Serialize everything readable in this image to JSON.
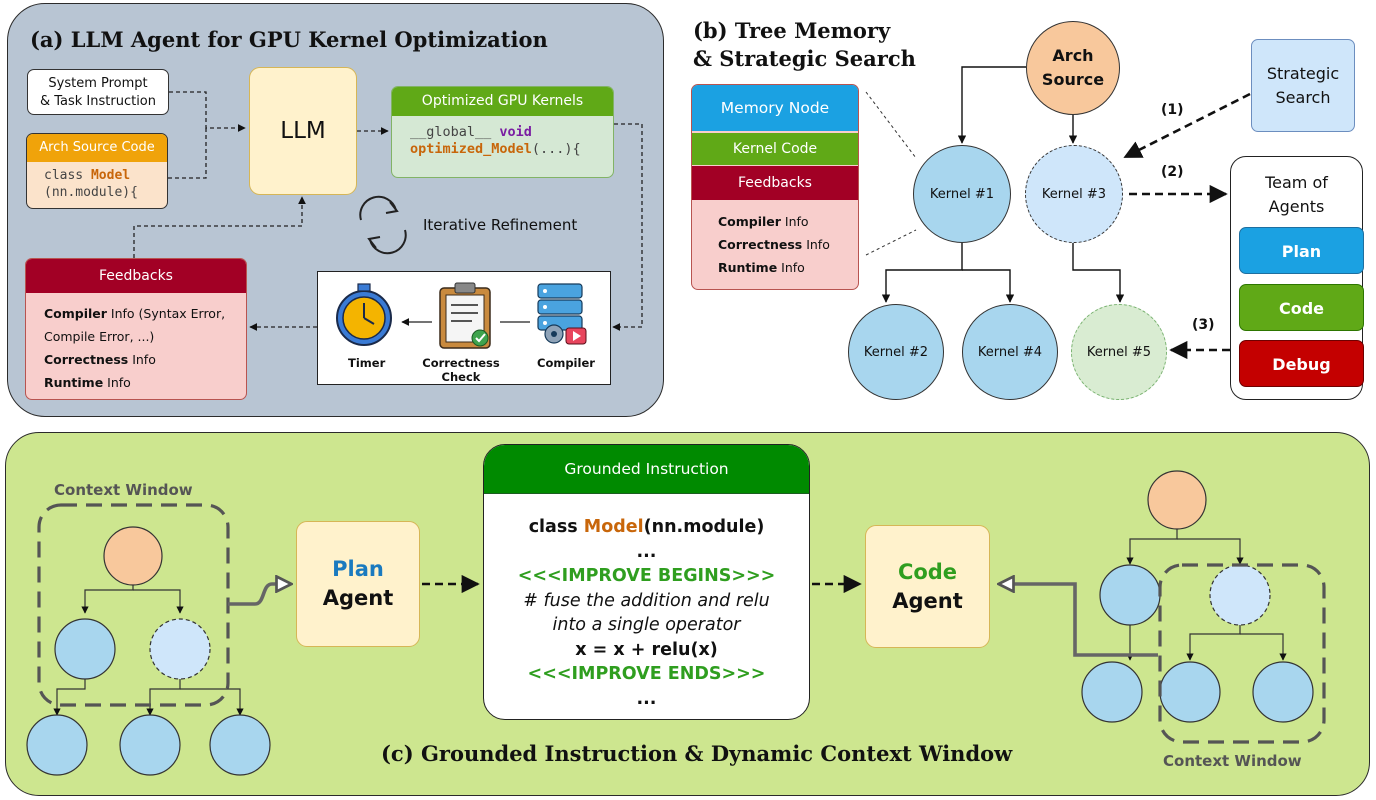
{
  "panel_a": {
    "title": "(a) LLM Agent for GPU Kernel Optimization",
    "system_prompt": [
      "System Prompt",
      "& Task Instruction"
    ],
    "arch_source": {
      "header": "Arch Source Code",
      "line1_pre": "class ",
      "line1_model": "Model",
      "line2": "(nn.module){"
    },
    "llm": "LLM",
    "optimized": {
      "header": "Optimized GPU Kernels",
      "line1_pre": "__global__ ",
      "line1_kw": "void",
      "line2_fn": "optimized_Model",
      "line2_rest": "(...){"
    },
    "iterative": "Iterative Refinement",
    "feedbacks": {
      "header": "Feedbacks",
      "l1_bold": "Compiler",
      "l1_rest": " Info (Syntax Error,",
      "l2": "Compile Error, ...)",
      "l3_bold": "Correctness",
      "l3_rest": " Info",
      "l4_bold": "Runtime",
      "l4_rest": " Info"
    },
    "tools": {
      "timer": "Timer",
      "correctness": [
        "Correctness",
        "Check"
      ],
      "compiler": "Compiler"
    }
  },
  "panel_b": {
    "title": [
      "(b) Tree Memory",
      "& Strategic Search"
    ],
    "memory_node": "Memory Node",
    "kernel_code": "Kernel Code",
    "feedbacks": "Feedbacks",
    "info": [
      {
        "bold": "Compiler",
        "rest": " Info"
      },
      {
        "bold": "Correctness",
        "rest": " Info"
      },
      {
        "bold": "Runtime",
        "rest": " Info"
      }
    ],
    "arch_source": [
      "Arch",
      "Source"
    ],
    "kernels": {
      "k1": "Kernel #1",
      "k2": "Kernel #2",
      "k3": "Kernel #3",
      "k4": "Kernel #4",
      "k5": "Kernel #5"
    },
    "strategic_search": [
      "Strategic",
      "Search"
    ],
    "steps": [
      "(1)",
      "(2)",
      "(3)"
    ],
    "team": {
      "title": [
        "Team of",
        "Agents"
      ],
      "plan": "Plan",
      "code": "Code",
      "debug": "Debug"
    }
  },
  "panel_c": {
    "title": "(c) Grounded Instruction & Dynamic Context Window",
    "context_window": "Context Window",
    "plan_agent": {
      "word": "Plan",
      "agent": "Agent"
    },
    "code_agent": {
      "word": "Code",
      "agent": "Agent"
    },
    "grounded": {
      "header": "Grounded Instruction",
      "l1_pre": "class ",
      "l1_model": "Model",
      "l1_rest": "(nn.module)",
      "ellipsis": "...",
      "begins": "<<<IMPROVE BEGINS>>>",
      "comment1": "# fuse the addition and relu",
      "comment2": "into a single operator",
      "code": "x = x + relu(x)",
      "ends": "<<<IMPROVE ENDS>>>",
      "ellipsis2": "..."
    }
  },
  "colors": {
    "orange": "#f0a30a",
    "green": "#60a917",
    "red": "#a20025",
    "blue": "#1ba1e2",
    "model_orange": "#c8660a",
    "keyword_purple": "#7a1fa2",
    "grounded_green": "#2f9e1f"
  }
}
